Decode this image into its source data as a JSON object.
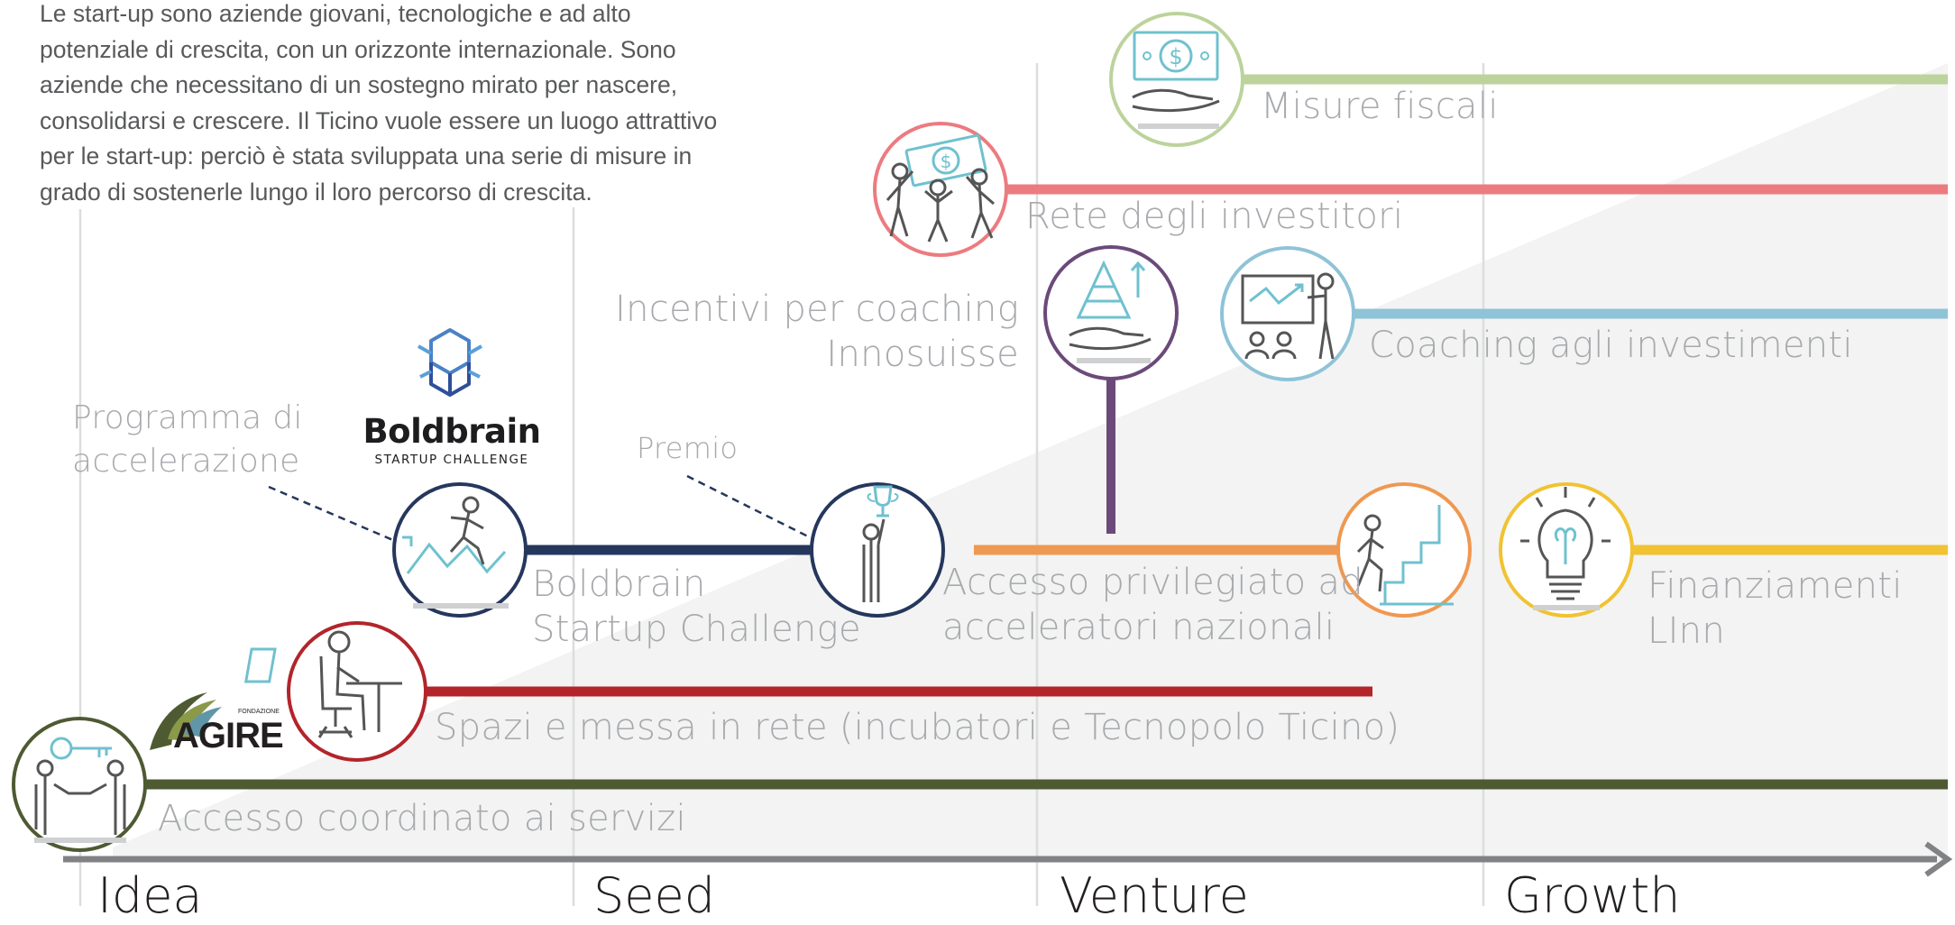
{
  "intro_text": "Le start-up sono aziende giovani, tecnologiche e ad alto potenziale di crescita, con un orizzonte internazionale. Sono aziende che necessitano di un sostegno mirato per nascere, consolidarsi e crescere. Il Ticino vuole essere un luogo attrattivo per le start-up: perciò è stata sviluppata una serie di misure in grado di sostenerle lungo il loro percorso di crescita.",
  "stages": [
    "Idea",
    "Seed",
    "Venture",
    "Growth"
  ],
  "measures": {
    "misure_fiscali": "Misure fiscali",
    "rete_investitori": "Rete degli investitori",
    "incentivi_coaching": [
      "Incentivi per coaching",
      "Innosuisse"
    ],
    "coaching_investimenti": "Coaching agli investimenti",
    "programma_accelerazione": [
      "Programma di",
      "accelerazione"
    ],
    "premio": "Premio",
    "boldbrain_challenge": [
      "Boldbrain",
      "Startup Challenge"
    ],
    "accesso_acceleratori": [
      "Accesso privilegiato ad",
      "acceleratori nazionali"
    ],
    "finanziamenti": [
      "Finanziamenti",
      "LInn"
    ],
    "spazi_rete": "Spazi e messa in rete  (incubatori e Tecnopolo Ticino)",
    "accesso_servizi": "Accesso coordinato ai servizi"
  },
  "logos": {
    "boldbrain_name": "Boldbrain",
    "boldbrain_sub": "STARTUP CHALLENGE",
    "agire_small": "FONDAZIONE",
    "agire_name": "AGIRE"
  },
  "icons": [
    "money-hand-icon",
    "investors-icon",
    "pyramid-hand-icon",
    "presentation-icon",
    "growth-runner-icon",
    "trophy-person-icon",
    "stairs-climber-icon",
    "lightbulb-brain-icon",
    "desk-worker-icon",
    "key-handshake-icon"
  ],
  "colors": {
    "fiscal": "#bcd39c",
    "investors": "#ec7b80",
    "innosuisse": "#6b4a7a",
    "coaching": "#8fc3d7",
    "boldbrain": "#26375d",
    "accelerators": "#ef9851",
    "linn": "#f1c232",
    "spaces": "#b3242b",
    "services": "#4e5a32",
    "axis": "#808285",
    "growth_area": "#f2f3f2",
    "text_label": "#a7a9ac",
    "text_intro": "#58595b"
  }
}
